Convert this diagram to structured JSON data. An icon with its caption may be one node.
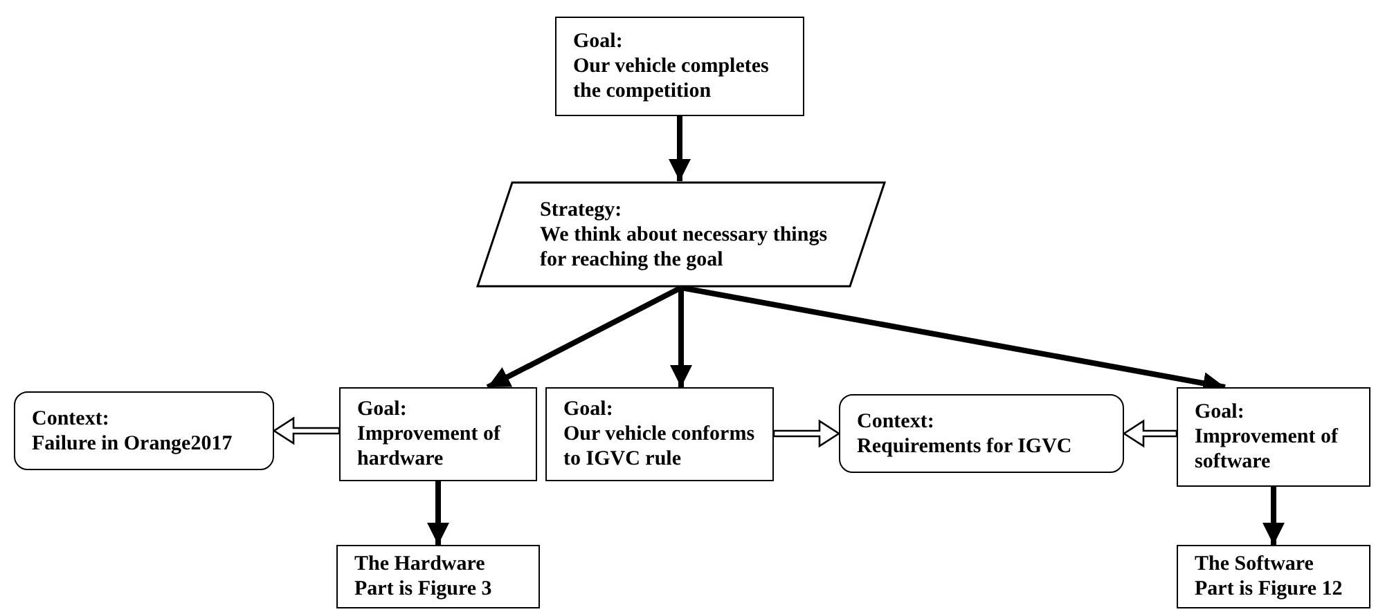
{
  "diagram": {
    "nodes": [
      {
        "text": [
          "Goal:",
          "Our vehicle completes the competition"
        ]
      },
      {
        "text": [
          "Strategy:",
          "We think about necessary things for reaching the goal"
        ]
      },
      {
        "text": [
          "Context:",
          "Failure in Orange2017"
        ]
      },
      {
        "text": [
          "Goal:",
          "Improvement of hardware"
        ]
      },
      {
        "text": [
          "Goal:",
          "Our vehicle conforms to IGVC rule"
        ]
      },
      {
        "text": [
          "Context:",
          "Requirements for IGVC"
        ]
      },
      {
        "text": [
          "Goal:",
          "Improvement of software"
        ]
      },
      {
        "text": [
          "The Hardware Part is Figure 3"
        ]
      },
      {
        "text": [
          "The Software Part is Figure 12"
        ]
      }
    ],
    "edges": [
      {
        "from": 0,
        "to": 1,
        "arrow": "to"
      },
      {
        "from": 1,
        "to": 3,
        "arrow": "to"
      },
      {
        "from": 1,
        "to": 4,
        "arrow": "to"
      },
      {
        "from": 1,
        "to": 6,
        "arrow": "to"
      },
      {
        "from": 3,
        "to": 2,
        "arrow": "to"
      },
      {
        "from": 4,
        "to": 5,
        "arrow": "to"
      },
      {
        "from": 6,
        "to": 5,
        "arrow": "to"
      },
      {
        "from": 3,
        "to": 7,
        "arrow": "to"
      },
      {
        "from": 6,
        "to": 8,
        "arrow": "to"
      }
    ]
  }
}
